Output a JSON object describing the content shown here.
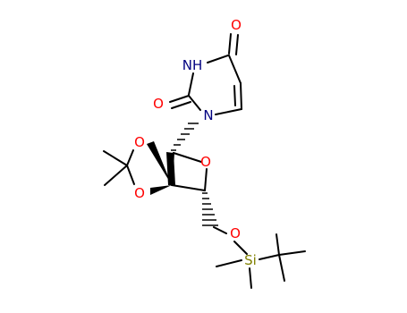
{
  "molecule": {
    "atoms": [
      {
        "id": "O4",
        "text": "O",
        "color": "#ff0000"
      },
      {
        "id": "N3",
        "text": "NH",
        "color": "#000080"
      },
      {
        "id": "O2",
        "text": "O",
        "color": "#ff0000"
      },
      {
        "id": "N1",
        "text": "N",
        "color": "#000080"
      },
      {
        "id": "Oa",
        "text": "O",
        "color": "#ff0000"
      },
      {
        "id": "Ob",
        "text": "O",
        "color": "#ff0000"
      },
      {
        "id": "Or",
        "text": "O",
        "color": "#ff0000"
      },
      {
        "id": "O5",
        "text": "O",
        "color": "#ff0000"
      },
      {
        "id": "Si",
        "text": "Si",
        "color": "#808000"
      }
    ],
    "colors": {
      "bond": "#000000",
      "oxygen": "#ff0000",
      "nitrogen": "#000080",
      "silicon": "#808000"
    }
  }
}
